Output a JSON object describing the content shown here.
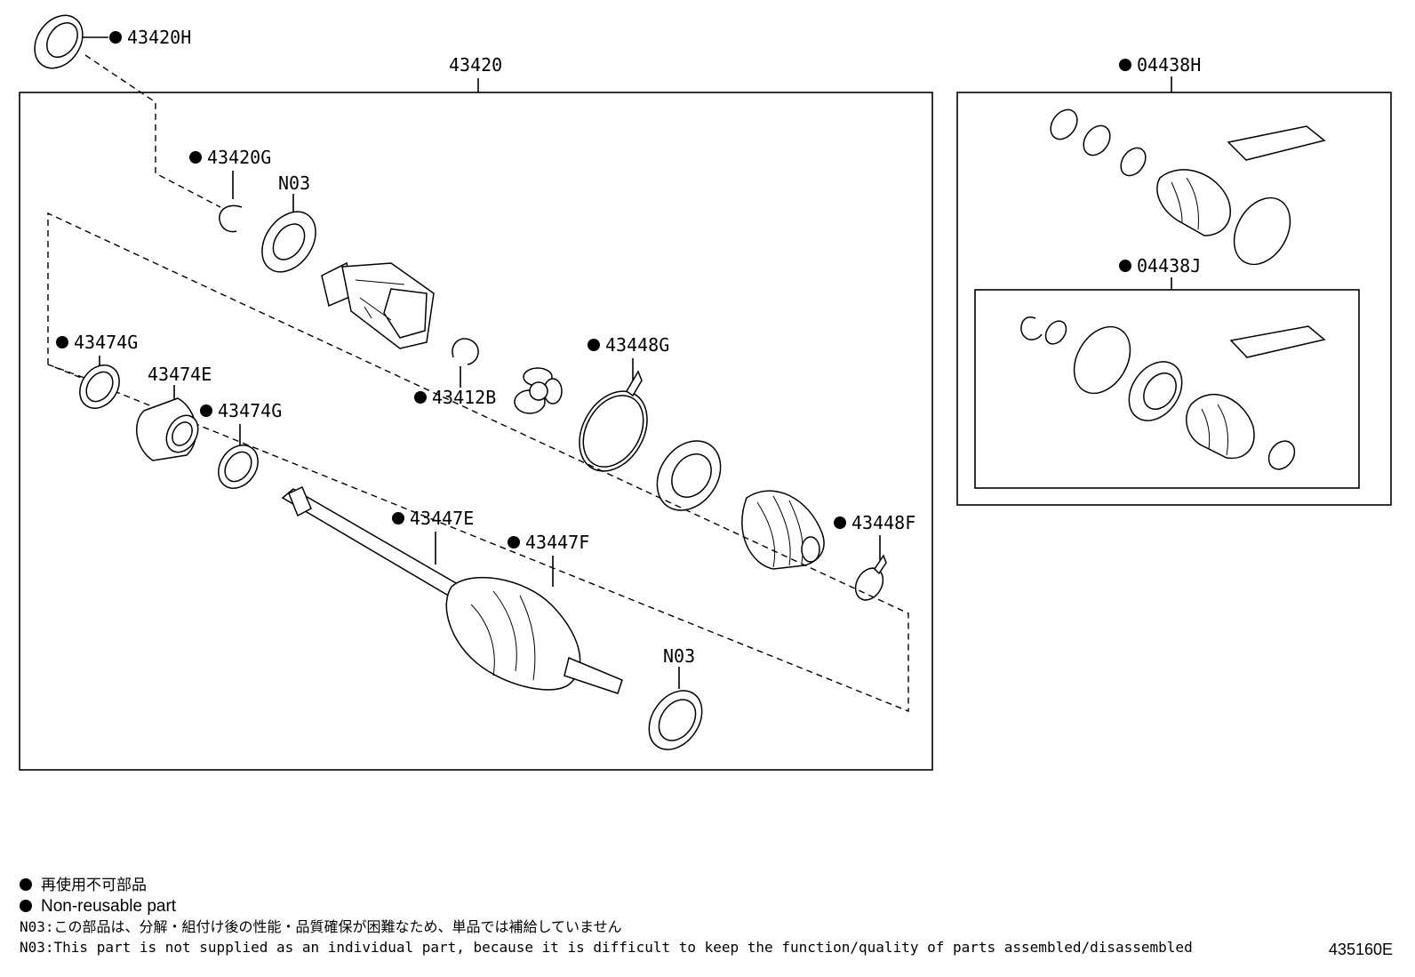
{
  "labels": {
    "h43420H": "43420H",
    "h43420": "43420",
    "h04438H": "04438H",
    "h43420G": "43420G",
    "n03_top": "N03",
    "h04438J": "04438J",
    "h43474G_a": "43474G",
    "h43448G": "43448G",
    "h43474E": "43474E",
    "h43412B": "43412B",
    "h43474G_b": "43474G",
    "h43448F": "43448F",
    "h43447E": "43447E",
    "h43447F": "43447F",
    "n03_bottom": "N03"
  },
  "legend": {
    "jp_nonreusable": "再使用不可部品",
    "en_nonreusable": "Non-reusable part",
    "note_jp": "N03:この部品は、分解・組付け後の性能・品質確保が困難なため、単品では補給していません",
    "note_en": "N03:This part is not supplied as an individual part, because it is difficult to keep the function/quality of parts assembled/disassembled"
  },
  "diagram_code": "435160E"
}
